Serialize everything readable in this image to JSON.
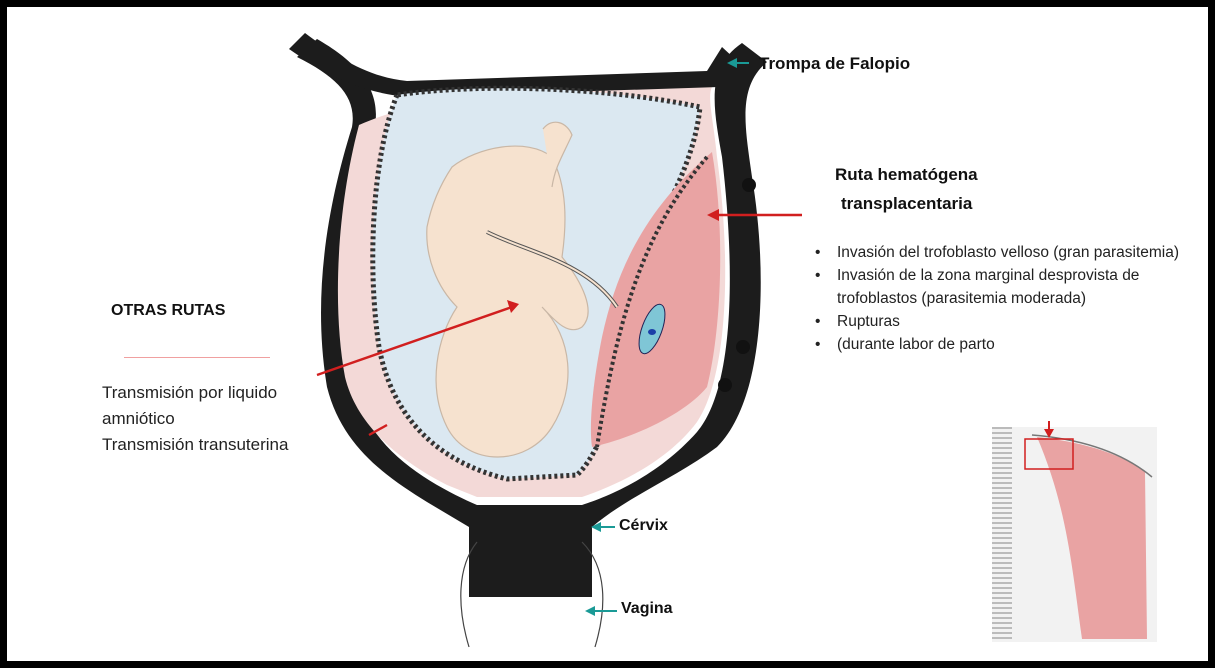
{
  "labels": {
    "trompa": "Trompa de Falopio",
    "ruta_line1": "Ruta hematógena",
    "ruta_line2": "transplacentaria",
    "otras_rutas": "OTRAS RUTAS",
    "cervix": "Cérvix",
    "vagina": "Vagina"
  },
  "otras_rutas_text": [
    "Transmisión por liquido",
    "amniótico",
    "Transmisión transuterina"
  ],
  "bullets": [
    "Invasión del trofoblasto velloso (gran parasitemia)",
    "Invasión de la zona marginal desprovista de trofoblastos (parasitemia moderada)",
    "Rupturas",
    "(durante labor de parto"
  ],
  "colors": {
    "frame": "#000000",
    "uterine_wall": "#1c1c1c",
    "myometrium": "#f3d9d7",
    "amniotic_fluid": "#dbe8f1",
    "fetus": "#f6e2cf",
    "placenta": "#e9a3a3",
    "arrow_red": "#d11f1f",
    "arrow_teal": "#1a9a96"
  }
}
